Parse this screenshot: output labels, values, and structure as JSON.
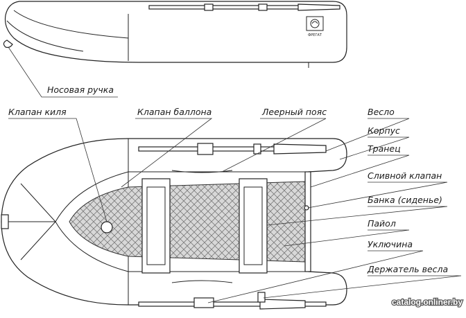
{
  "labels": {
    "bow_handle": "Носовая ручка",
    "keel_valve": "Клапан киля",
    "tube_valve": "Клапан баллона",
    "lifeline": "Леерный пояс",
    "oar": "Весло",
    "hull": "Корпус",
    "transom": "Транец",
    "drain_valve": "Сливной клапан",
    "seat": "Банка (сиденье)",
    "floor": "Пайол",
    "oarlock": "Уключина",
    "oar_holder": "Держатель весла"
  },
  "watermark": "catalog.onliner.by",
  "logo_text": "ФРЕГАТ"
}
